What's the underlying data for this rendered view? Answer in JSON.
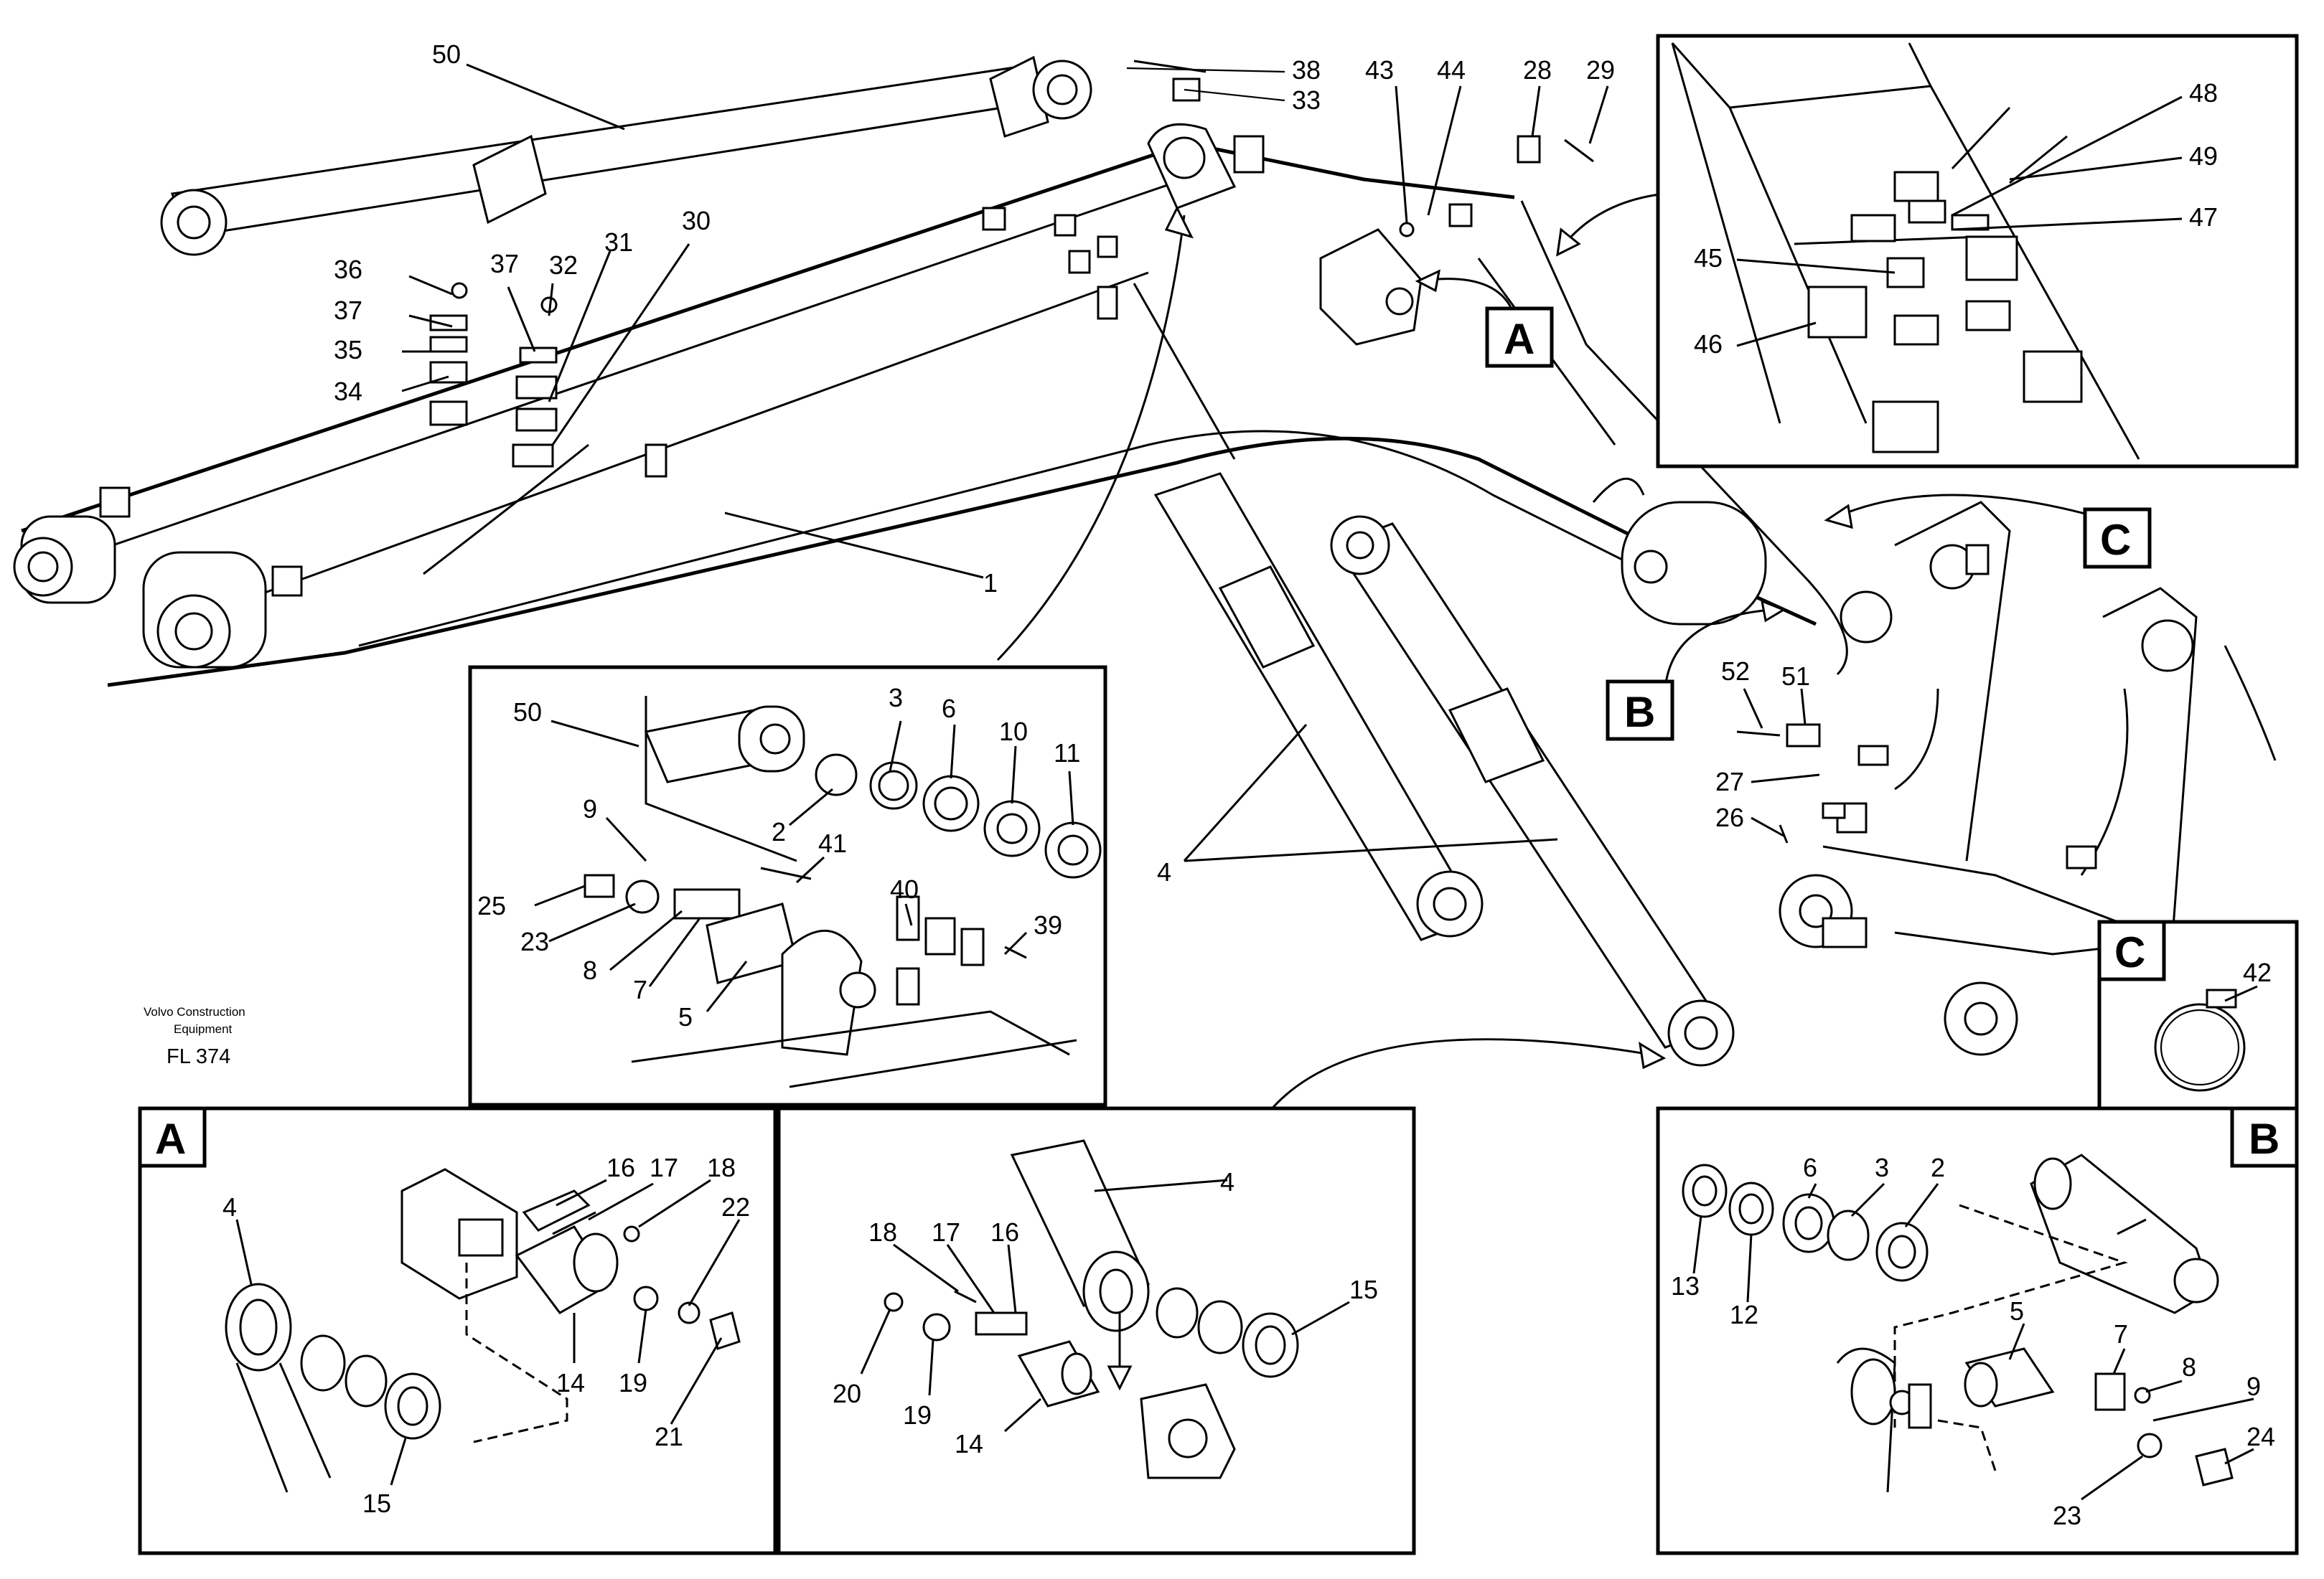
{
  "credit": {
    "line1": "Volvo Construction",
    "line2": "Equipment",
    "code": "FL 374"
  },
  "detail_letters": {
    "A": "A",
    "B": "B",
    "C": "C"
  },
  "callouts": {
    "main": [
      "50",
      "38",
      "33",
      "43",
      "44",
      "28",
      "29",
      "36",
      "37",
      "35",
      "34",
      "37",
      "32",
      "31",
      "30",
      "1",
      "4",
      "52",
      "51",
      "27",
      "26"
    ],
    "top_right_inset": [
      "48",
      "49",
      "47",
      "45",
      "46"
    ],
    "center_inset": [
      "50",
      "3",
      "6",
      "10",
      "11",
      "2",
      "9",
      "41",
      "40",
      "25",
      "23",
      "8",
      "7",
      "5",
      "39"
    ],
    "inset_C": [
      "42"
    ],
    "inset_A": [
      "16",
      "17",
      "18",
      "22",
      "4",
      "14",
      "19",
      "21",
      "15"
    ],
    "inset_mid": [
      "4",
      "18",
      "17",
      "16",
      "15",
      "20",
      "19",
      "14"
    ],
    "inset_B": [
      "6",
      "3",
      "2",
      "13",
      "12",
      "5",
      "7",
      "8",
      "9",
      "24",
      "23"
    ]
  }
}
